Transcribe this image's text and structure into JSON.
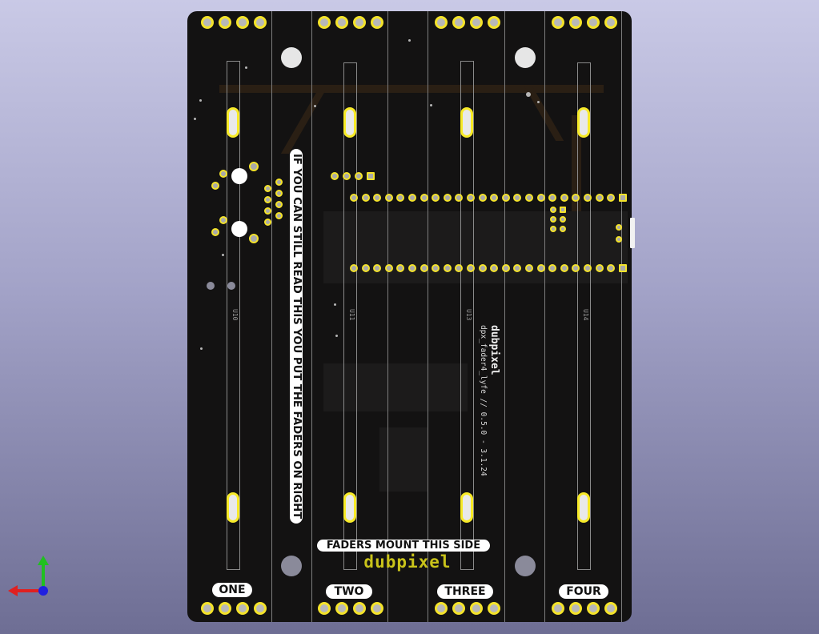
{
  "board": {
    "warning_text": "IF YOU CAN STILL READ THIS YOU PUT THE FADERS ON RIGHT",
    "mount_text": "FADERS MOUNT THIS SIDE",
    "brand_logo": "dubpixel",
    "brand_small": "dubpixel",
    "version_text": "dpx_fader4_lyfe // 0.5.0 - 3.1.24",
    "channel_labels": [
      "ONE",
      "TWO",
      "THREE",
      "FOUR"
    ],
    "refdes": [
      "U10",
      "U11",
      "U13",
      "U14"
    ]
  },
  "colors": {
    "background_top": "#c9c9e6",
    "background_bottom": "#6e6e94",
    "board": "#131212",
    "pad_ring": "#f4e32a",
    "silkscreen": "#ffffff"
  },
  "axis_gizmo": {
    "x_color": "#e02020",
    "y_color": "#20c020",
    "z_color": "#2020e0"
  }
}
